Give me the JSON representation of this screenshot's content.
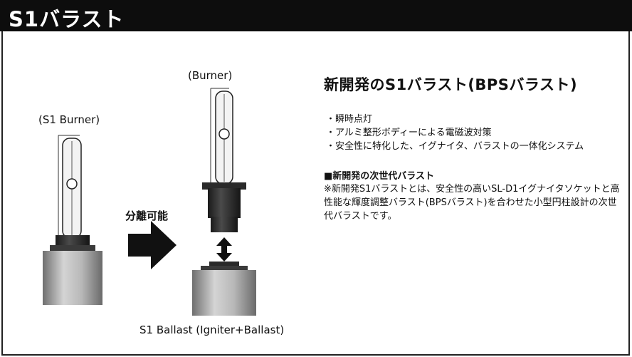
{
  "header": {
    "title": "S1バラスト"
  },
  "labels": {
    "s1_burner": "(S1 Burner)",
    "burner": "(Burner)",
    "separable": "分離可能",
    "ballast": "S1 Ballast (Igniter+Ballast)"
  },
  "content": {
    "heading": "新開発のS1バラスト(BPSバラスト)",
    "features": [
      "・瞬時点灯",
      "・アルミ整形ボディーによる電磁波対策",
      "・安全性に特化した、イグナイタ、バラストの一体化システム"
    ],
    "sub_heading": "■新開発の次世代バラスト",
    "description": "※新開発S1バラストとは、安全性の高いSL-D1イグナイタソケットと高性能な輝度調整バラスト(BPSバラスト)を合わせた小型円柱設計の次世代バラストです。"
  },
  "colors": {
    "header_bg": "#0d0d0d",
    "header_text": "#ffffff",
    "metal": "#9a9a9a",
    "dark_base": "#2a2a2a"
  }
}
